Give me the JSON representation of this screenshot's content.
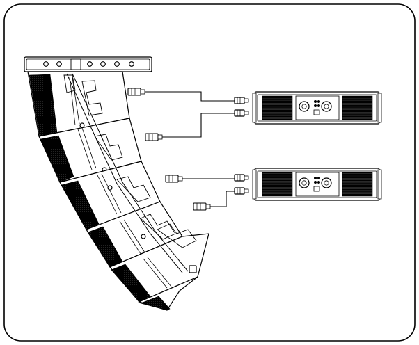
{
  "colors": {
    "line": "#000000",
    "background": "#ffffff",
    "speaker_grille": "#000000",
    "amplifier_vent": "#000000"
  },
  "speaker_array": {
    "cabinet_count": 6,
    "rigging_frame": "fly-bar-icon"
  },
  "amplifiers": [
    {
      "name": "amplifier-1",
      "label_top": "",
      "label_bottom": ""
    },
    {
      "name": "amplifier-2",
      "label_top": "",
      "label_bottom": ""
    }
  ],
  "connections": [
    {
      "from": "array-input-1",
      "to": "amplifier-1-output-a",
      "connector": "speakon-connector-icon"
    },
    {
      "from": "array-input-2",
      "to": "amplifier-1-output-b",
      "connector": "speakon-connector-icon"
    },
    {
      "from": "array-input-3",
      "to": "amplifier-2-output-a",
      "connector": "speakon-connector-icon"
    },
    {
      "from": "array-input-4",
      "to": "amplifier-2-output-b",
      "connector": "speakon-connector-icon"
    }
  ]
}
